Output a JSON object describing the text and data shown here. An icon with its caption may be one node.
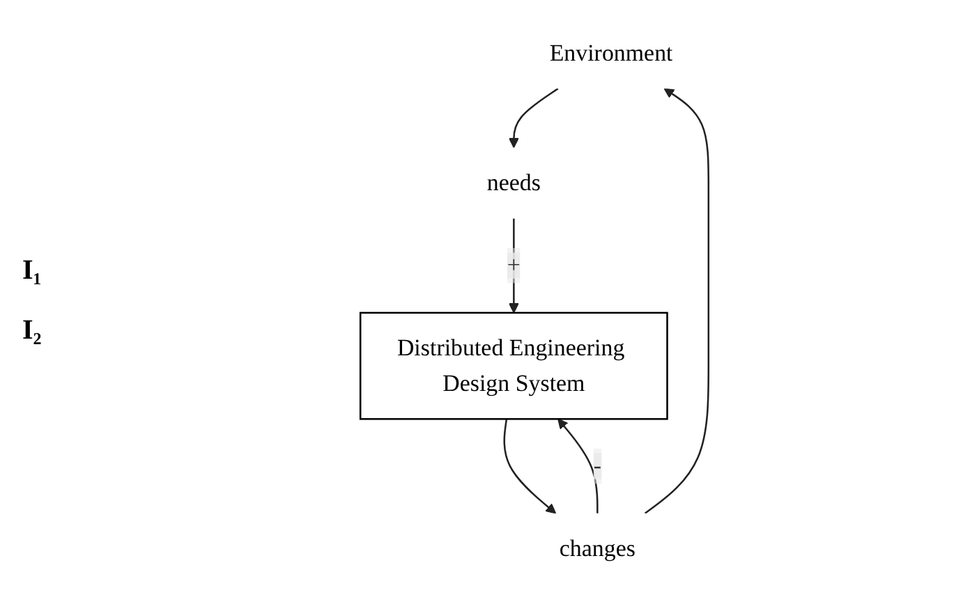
{
  "diagram": {
    "nodes": [
      {
        "text": [
          "Environment"
        ]
      },
      {
        "text": [
          "needs"
        ]
      },
      {
        "text": [
          "changes"
        ]
      },
      {
        "text": [
          "Distributed Engineering Design System"
        ]
      }
    ],
    "edges": [
      {
        "from": 0,
        "to": 1,
        "arrow": "to"
      },
      {
        "from": 1,
        "to": 3,
        "arrow": "to",
        "label": "+"
      },
      {
        "from": 3,
        "to": 2,
        "arrow": "to"
      },
      {
        "from": 2,
        "to": 0,
        "arrow": "to"
      },
      {
        "from": 2,
        "to": 3,
        "arrow": "to",
        "label": "-"
      }
    ],
    "labels": [
      "I₁",
      "I₂"
    ]
  }
}
